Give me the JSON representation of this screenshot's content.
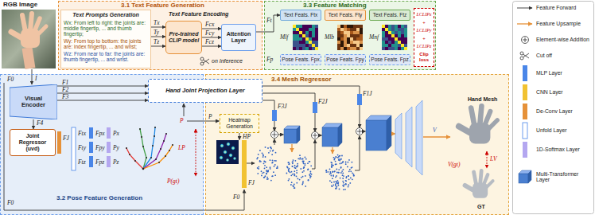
{
  "diagram": {
    "nodes": [
      {
        "text": [
          "3.1 Text Feature Generation"
        ]
      },
      {
        "text": [
          "Text Prompts Generation",
          "Wx: From left to right: the joints are: middle fingertip, ... and thumb fingertip;",
          "Wy: From top to bottom: the joints are: index fingertip, ... and wrist;",
          "Wz: From near to far: the joints are: thumb fingertip, ... and wrist."
        ],
        "in": 0
      },
      {
        "text": [
          "Pre-trained CLIP model"
        ],
        "in": 0
      },
      {
        "text": [
          "Attention Layer"
        ],
        "in": 0
      },
      {
        "text": [
          "3.3 Feature Matching"
        ]
      },
      {
        "text": [
          "Text Feats. Ftx"
        ],
        "in": 4
      },
      {
        "text": [
          "Text Feats. Fty"
        ],
        "in": 4
      },
      {
        "text": [
          "Text Feats. Ftz"
        ],
        "in": 4
      },
      {
        "text": [
          "Pose Feats. Fpx"
        ],
        "in": 4
      },
      {
        "text": [
          "Pose Feats. Fpy"
        ],
        "in": 4
      },
      {
        "text": [
          "Pose Feats. Fpz"
        ],
        "in": 4
      },
      {
        "text": [
          "LCLIPx",
          "+",
          "LCLIPy",
          "+",
          "LCLIPz",
          "Clip loss"
        ],
        "in": 4
      },
      {
        "text": [
          "3.2 Pose Feature Generation"
        ]
      },
      {
        "text": [
          "Visual Encoder"
        ],
        "in": 12
      },
      {
        "text": [
          "Joint Regressor (uvd)"
        ],
        "in": 12
      },
      {
        "text": [
          "3.4 Mesh Regressor"
        ]
      },
      {
        "text": [
          "Hand Joint Projection Layer"
        ]
      },
      {
        "text": [
          "Heatmap Generation"
        ],
        "in": 15
      }
    ],
    "edges": [
      {
        "from": 1,
        "to": 2,
        "arrow": "to",
        "label": "Tx"
      },
      {
        "from": 1,
        "to": 2,
        "arrow": "to",
        "label": "Ty"
      },
      {
        "from": 1,
        "to": 2,
        "arrow": "to",
        "label": "Tz"
      },
      {
        "from": 2,
        "to": 3,
        "arrow": "to",
        "label": "Fcx"
      },
      {
        "from": 2,
        "to": 3,
        "arrow": "to",
        "label": "Fcy"
      },
      {
        "from": 2,
        "to": 3,
        "arrow": "to",
        "label": "Fcz"
      },
      {
        "from": 3,
        "to": 5,
        "arrow": "to"
      },
      {
        "from": 13,
        "to": 16,
        "arrow": "to",
        "label": "F1"
      },
      {
        "from": 13,
        "to": 16,
        "arrow": "to",
        "label": "F2"
      },
      {
        "from": 13,
        "to": 16,
        "arrow": "to",
        "label": "F3"
      },
      {
        "from": 13,
        "to": 14,
        "arrow": "to",
        "label": "F4"
      }
    ],
    "labels": [
      "RGB Image",
      "Text Feature Encoding",
      "on Inference",
      "Ft",
      "Mlf",
      "Mlb",
      "Mnf",
      "Fp",
      "F0",
      "I",
      "FJ",
      "Ftx",
      "Fty",
      "Ftz",
      "Fpx",
      "Fpy",
      "Fpz",
      "Px",
      "Py",
      "Pz",
      "P",
      "LP",
      "P(gt)",
      "F0",
      "P",
      "HP",
      "F0",
      "FJ",
      "F3J",
      "F2J",
      "F1J",
      "V",
      "Hand Mesh",
      "LV",
      "V(gt)",
      "GT"
    ],
    "legend": [
      {
        "text": "Feature Forward"
      },
      {
        "text": "Feature Upsample"
      },
      {
        "text": "Element-wise Addition"
      },
      {
        "text": "Cut off"
      },
      {
        "text": "MLP Layer",
        "color": "#4a86e8"
      },
      {
        "text": "CNN Layer",
        "color": "#f1c232"
      },
      {
        "text": "De-Conv Layer",
        "color": "#e69138"
      },
      {
        "text": "Unfold Layer"
      },
      {
        "text": "1D-Softmax Layer",
        "color": "#b4a7f0"
      },
      {
        "text": "Multi-Transformer Layer"
      }
    ]
  }
}
